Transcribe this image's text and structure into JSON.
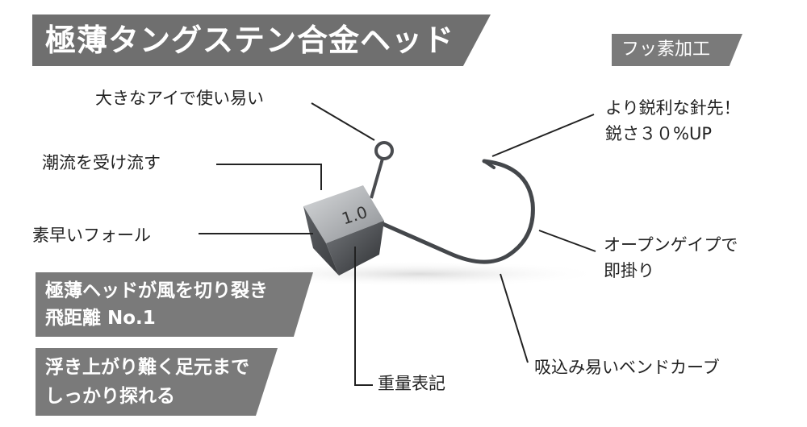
{
  "title": "極薄タングステン合金ヘッド",
  "badge": "フッ素加工",
  "callouts": {
    "eye": "大きなアイで使い易い",
    "tide": "潮流を受け流す",
    "fall": "素早いフォール",
    "sharp_line1": "より鋭利な針先！",
    "sharp_line2": "鋭さ３０%UP",
    "gape_line1": "オープンゲイプで",
    "gape_line2": "即掛り",
    "bend": "吸込み易いベンドカーブ",
    "weight": "重量表記"
  },
  "features": {
    "box1_line1": "極薄ヘッドが風を切り裂き",
    "box1_line2": "飛距離 No.1",
    "box2_line1": "浮き上がり難く足元まで",
    "box2_line2": "しっかり探れる"
  },
  "head_marking": "1.0",
  "colors": {
    "banner": "#6f6f6f",
    "box": "#7a7a7a",
    "metal": "#55585c",
    "text": "#222222"
  }
}
